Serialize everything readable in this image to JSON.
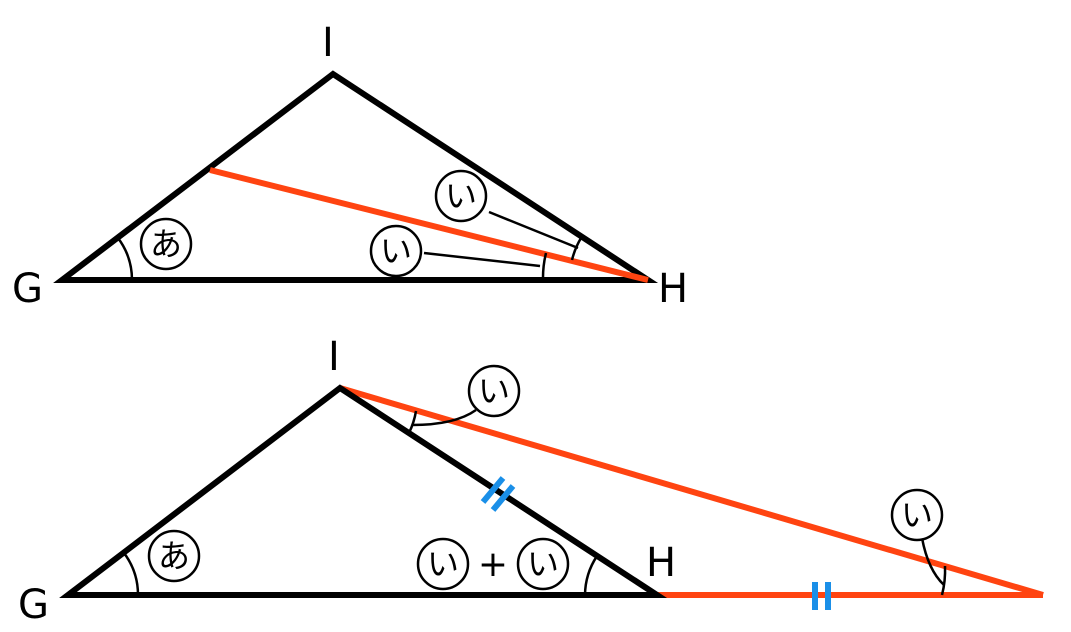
{
  "top_figure": {
    "vertices": {
      "g": "G",
      "h": "H",
      "i": "I"
    },
    "angle_a": "あ",
    "angle_b_upper": "い",
    "angle_b_lower": "い"
  },
  "bottom_figure": {
    "vertices": {
      "g": "G",
      "h": "H",
      "i": "I"
    },
    "angle_a": "あ",
    "angle_h_sum": {
      "left": "い",
      "plus": "+",
      "right": "い"
    },
    "angle_at_i": "い",
    "angle_at_far": "い"
  },
  "colors": {
    "outline": "#000000",
    "auxiliary_line": "#ff4411",
    "tick_marks": "#1a8fe8"
  }
}
